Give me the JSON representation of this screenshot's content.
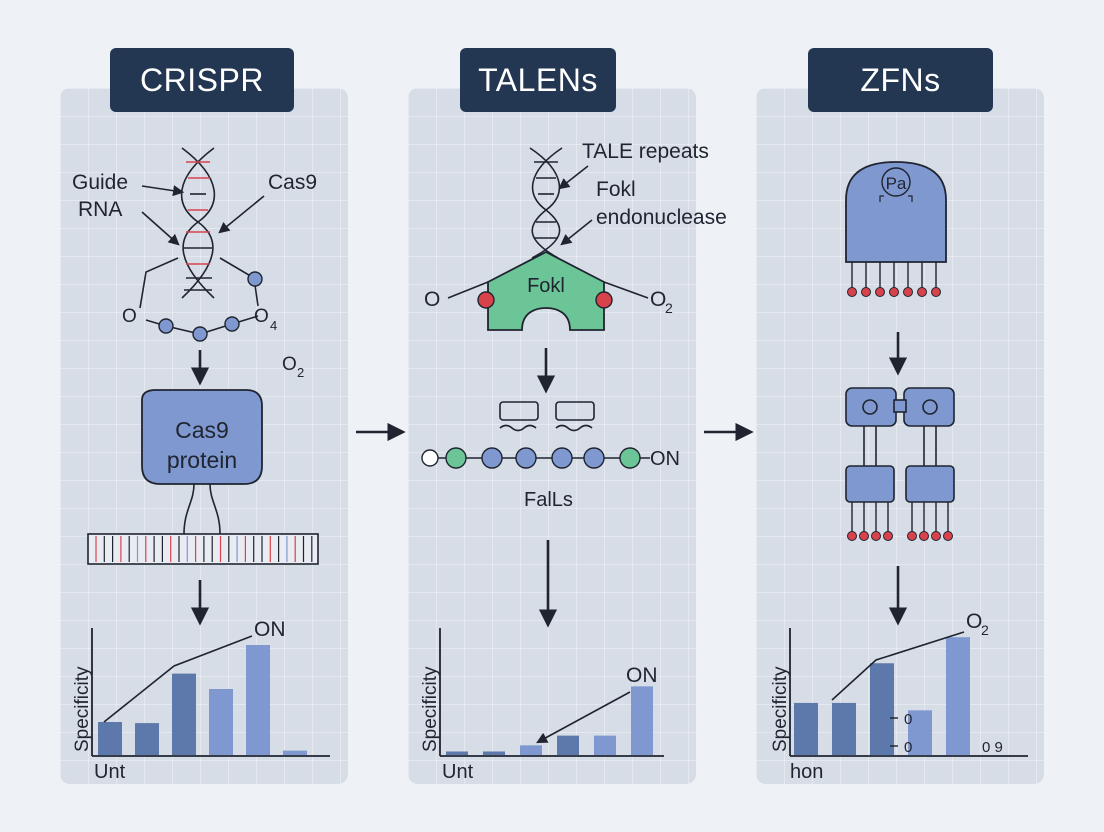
{
  "panels": {
    "crispr": {
      "title": "CRISPR",
      "label_guide": "Guide",
      "label_rna": "RNA",
      "label_cas9": "Cas9",
      "node_left": "O",
      "node_right": "O",
      "node_right_sub": "4",
      "o2": "O",
      "o2_sub": "2",
      "protein_line1": "Cas9",
      "protein_line2": "protein",
      "chart_ylabel": "Specificity",
      "chart_xlabel": "Unt",
      "chart_annot": "ON"
    },
    "talens": {
      "title": "TALENs",
      "label_tale": "TALE repeats",
      "label_fokl1": "Fokl",
      "label_fokl2": "endonuclease",
      "fokl_box": "Fokl",
      "o_left": "O",
      "o_right": "O",
      "o_right_sub": "2",
      "chain_end": "ON",
      "falls": "FalLs",
      "chart_ylabel": "Specificity",
      "chart_xlabel": "Unt",
      "chart_annot": "ON"
    },
    "zfns": {
      "title": "ZFNs",
      "dome_label": "Pa",
      "chart_ylabel": "Specificity",
      "chart_xlabel": "hon",
      "chart_annot": "O",
      "chart_annot_sub": "2",
      "tick_a": "0",
      "tick_b": "0",
      "corner": "0 9"
    }
  },
  "colors": {
    "panel": "#d7dde7",
    "title_bg": "#233753",
    "blue": "#7f98cf",
    "dark_blue": "#5d78aa",
    "green": "#6cc596",
    "red": "#d8434b",
    "line": "#1f2430"
  },
  "chart_data": [
    {
      "type": "bar",
      "panel": "CRISPR",
      "ylabel": "Specificity",
      "xlabel": "Unt",
      "values": [
        0.3,
        0.29,
        0.74,
        0.6,
        1.0,
        0.04
      ],
      "annotation": "ON"
    },
    {
      "type": "bar",
      "panel": "TALENs",
      "ylabel": "Specificity",
      "xlabel": "Unt",
      "values": [
        0.04,
        0.04,
        0.11,
        0.22,
        0.22,
        0.78
      ],
      "annotation": "ON"
    },
    {
      "type": "bar",
      "panel": "ZFNs",
      "ylabel": "Specificity",
      "xlabel": "hon",
      "values": [
        0.42,
        0.42,
        0.74,
        0.36,
        0.95
      ],
      "annotation": "O2"
    }
  ]
}
